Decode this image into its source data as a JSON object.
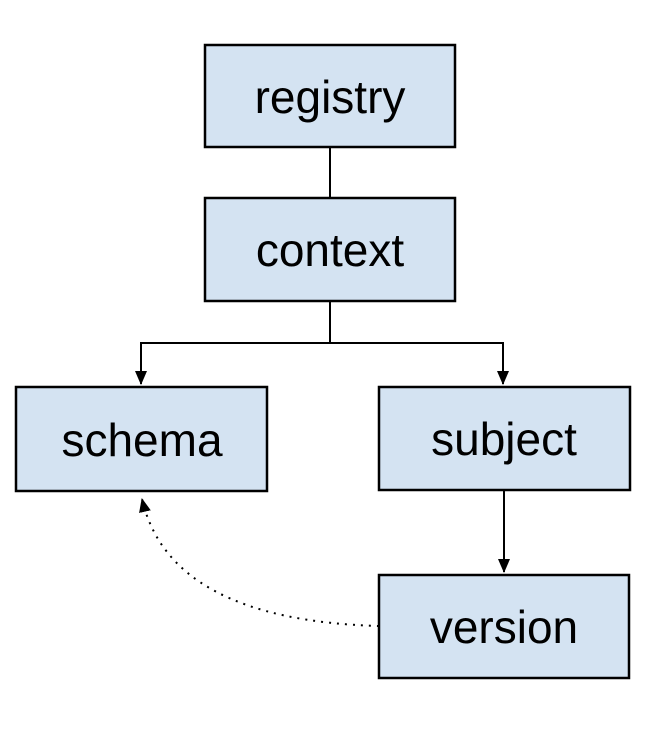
{
  "page": {
    "background": "#ffffff"
  },
  "diagram": {
    "type": "hierarchy",
    "colors": {
      "node_fill": "#d4e3f2",
      "node_stroke": "#000000",
      "edge_color": "#000000",
      "label_color": "#000000"
    },
    "nodes": [
      {
        "id": "registry",
        "label": "registry"
      },
      {
        "id": "context",
        "label": "context"
      },
      {
        "id": "schema",
        "label": "schema"
      },
      {
        "id": "subject",
        "label": "subject"
      },
      {
        "id": "version",
        "label": "version"
      }
    ],
    "edges": [
      {
        "from": "registry",
        "to": "context",
        "style": "solid",
        "arrowhead": "none"
      },
      {
        "from": "context",
        "to": "schema",
        "style": "solid",
        "arrowhead": "arrow"
      },
      {
        "from": "context",
        "to": "subject",
        "style": "solid",
        "arrowhead": "arrow"
      },
      {
        "from": "subject",
        "to": "version",
        "style": "solid",
        "arrowhead": "arrow"
      },
      {
        "from": "version",
        "to": "schema",
        "style": "dotted",
        "arrowhead": "arrow"
      }
    ]
  }
}
